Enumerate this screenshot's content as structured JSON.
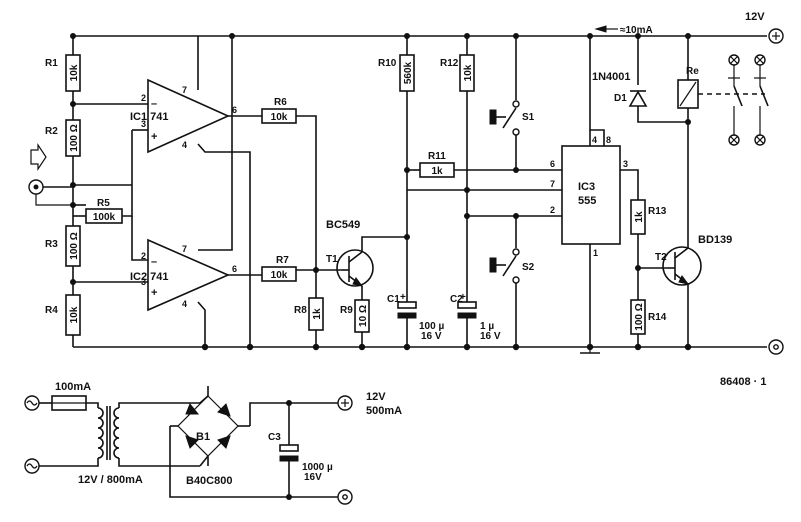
{
  "supply": {
    "plus_label": "12V",
    "current_label": "≈10mA"
  },
  "opamps": {
    "ic1": "IC1 741",
    "ic2": "IC2 741",
    "ic1_pins": {
      "inv": "2",
      "noninv": "3",
      "vplus": "7",
      "vminus": "4",
      "out": "6"
    },
    "ic2_pins": {
      "inv": "2",
      "noninv": "3",
      "vplus": "7",
      "vminus": "4",
      "out": "6"
    }
  },
  "resistors": {
    "r1": {
      "name": "R1",
      "value": "10k"
    },
    "r2": {
      "name": "R2",
      "value": "100 Ω"
    },
    "r3": {
      "name": "R3",
      "value": "100 Ω"
    },
    "r4": {
      "name": "R4",
      "value": "10k"
    },
    "r5": {
      "name": "R5",
      "value": "100k"
    },
    "r6": {
      "name": "R6",
      "value": "10k"
    },
    "r7": {
      "name": "R7",
      "value": "10k"
    },
    "r8": {
      "name": "R8",
      "value": "1k"
    },
    "r9": {
      "name": "R9",
      "value": "10 Ω"
    },
    "r10": {
      "name": "R10",
      "value": "560k"
    },
    "r11": {
      "name": "R11",
      "value": "1k"
    },
    "r12": {
      "name": "R12",
      "value": "10k"
    },
    "r13": {
      "name": "R13",
      "value": "1k"
    },
    "r14": {
      "name": "R14",
      "value": "100 Ω"
    }
  },
  "transistors": {
    "t1": {
      "name": "T1",
      "type": "BC549"
    },
    "t2": {
      "name": "T2",
      "type": "BD139"
    }
  },
  "capacitors": {
    "c1": {
      "name": "C1",
      "value": "100 µ",
      "voltage": "16 V"
    },
    "c2": {
      "name": "C2",
      "value": "1 µ",
      "voltage": "16 V"
    },
    "c3": {
      "name": "C3",
      "value": "1000 µ",
      "voltage": "16V"
    }
  },
  "ic3": {
    "name": "IC3",
    "type": "555",
    "pins": {
      "p4": "4",
      "p8": "8",
      "p6": "6",
      "p7": "7",
      "p2": "2",
      "p3": "3",
      "p1": "1"
    }
  },
  "switches": {
    "s1": "S1",
    "s2": "S2"
  },
  "diode": {
    "name": "D1",
    "type": "1N4001"
  },
  "relay": {
    "name": "Re"
  },
  "figure_number": "86408 · 1",
  "power_supply": {
    "fuse": "100mA",
    "transformer": "12V / 800mA",
    "bridge_name": "B1",
    "bridge_type": "B40C800",
    "output_voltage": "12V",
    "output_current": "500mA"
  }
}
